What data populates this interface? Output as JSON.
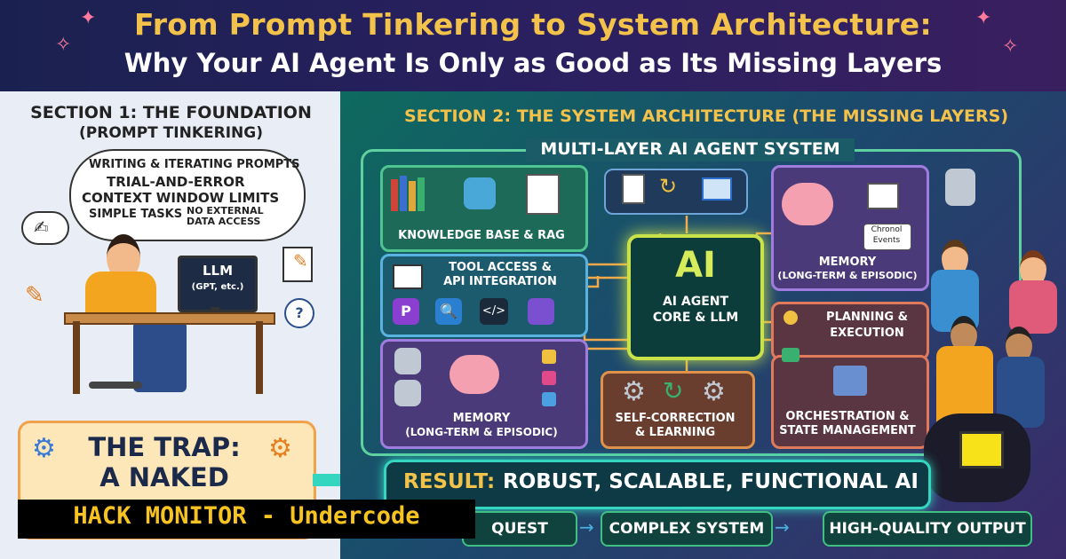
{
  "header": {
    "title_line1": "From Prompt Tinkering to System Architecture:",
    "title_line2": "Why Your AI Agent Is Only as Good as Its Missing Layers"
  },
  "section1": {
    "title": "SECTION 1: THE FOUNDATION",
    "subtitle": "(PROMPT TINKERING)",
    "thoughts": [
      "WRITING & ITERATING PROMPTS",
      "TRIAL-AND-ERROR",
      "CONTEXT WINDOW LIMITS",
      "SIMPLE TASKS",
      "NO EXTERNAL DATA ACCESS"
    ],
    "monitor_label": "LLM",
    "monitor_sub": "(GPT, etc.)",
    "trap_line1": "THE TRAP:",
    "trap_line2": "A NAKED"
  },
  "watermark": "HACK MONITOR - Undercode",
  "section2": {
    "title": "SECTION 2: THE SYSTEM ARCHITECTURE (THE MISSING LAYERS)",
    "system_label": "MULTI-LAYER AI AGENT SYSTEM",
    "knowledge_base": "KNOWLEDGE BASE & RAG",
    "tool_access_1": "TOOL ACCESS &",
    "tool_access_2": "API INTEGRATION",
    "memory_left_1": "MEMORY",
    "memory_left_2": "(LONG-TERM & EPISODIC)",
    "core_big": "AI",
    "core_1": "AI AGENT",
    "core_2": "CORE & LLM",
    "memory_right_1": "MEMORY",
    "memory_right_2": "(LONG-TERM & EPISODIC)",
    "chronol_1": "Chronol",
    "chronol_2": "Events",
    "planning_1": "PLANNING &",
    "planning_2": "EXECUTION",
    "orch_1": "ORCHESTRATION &",
    "orch_2": "STATE MANAGEMENT",
    "selfc_1": "SELF-CORRECTION",
    "selfc_2": "& LEARNING",
    "result_label": "RESULT:",
    "result_text": "ROBUST, SCALABLE, FUNCTIONAL AI",
    "flow": [
      "QUEST",
      "COMPLEX SYSTEM",
      "HIGH-QUALITY OUTPUT"
    ]
  },
  "colors": {
    "title_gold": "#f3c24a",
    "accent_green": "#5fd0a0",
    "core_glow": "#c9e24a"
  }
}
